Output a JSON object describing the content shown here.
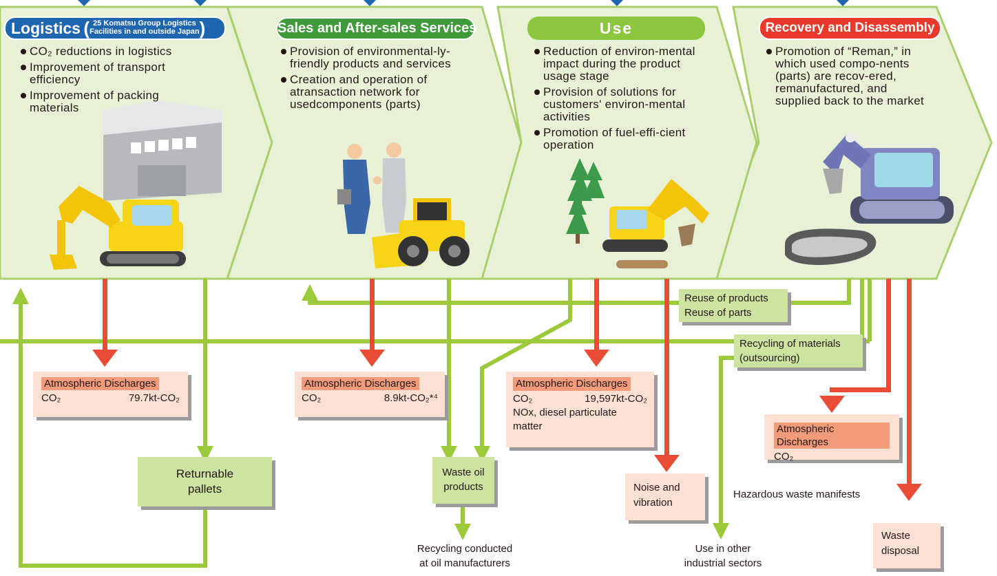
{
  "stages": {
    "logistics": {
      "title": "Logistics",
      "subtitle_line1": "25 Komatsu Group Logistics",
      "subtitle_line2": "Facilities in and outside Japan",
      "items": [
        "CO₂ reductions in logistics",
        "Improvement of transport efficiency",
        "Improvement of packing materials"
      ]
    },
    "sales": {
      "title": "Sales and After-sales Services",
      "items": [
        "Provision of environmental-ly-friendly products and services",
        "Creation and operation of atransaction network for usedcomponents (parts)"
      ]
    },
    "use": {
      "title": "Use",
      "items": [
        "Reduction of environ-mental impact during the product usage stage",
        "Provision of solutions for customers' environ-mental activities",
        "Promotion of fuel-effi-cient operation"
      ]
    },
    "recovery": {
      "title": "Recovery and Disassembly",
      "items": [
        "Promotion of “Reman,” in which used compo-nents (parts) are recov-ered, remanufactured, and supplied back to the market"
      ]
    }
  },
  "discharges": {
    "label": "Atmospheric Discharges",
    "logistics": {
      "gas": "CO₂",
      "value": "79.7kt-CO₂"
    },
    "sales": {
      "gas": "CO₂",
      "value": "8.9kt-CO₂*⁴"
    },
    "use": {
      "gas": "CO₂",
      "value": "19,597kt-CO₂",
      "extra1": "NOx, diesel particulate",
      "extra2": "matter"
    },
    "recovery": {
      "gas": "CO₂"
    }
  },
  "boxes": {
    "reuse_line1": "Reuse of products",
    "reuse_line2": "Reuse of parts",
    "recycling_line1": "Recycling of materials",
    "recycling_line2": "(outsourcing)",
    "pallets_line1": "Returnable",
    "pallets_line2": "pallets",
    "waste_oil_line1": "Waste oil",
    "waste_oil_line2": "products",
    "noise_line1": "Noise and",
    "noise_line2": "vibration",
    "waste_disposal_line1": "Waste",
    "waste_disposal_line2": "disposal"
  },
  "notes": {
    "oil_line1": "Recycling conducted",
    "oil_line2": "at oil manufacturers",
    "industrial_line1": "Use in other",
    "industrial_line2": "industrial sectors",
    "manifests": "Hazardous waste manifests"
  },
  "colors": {
    "panel": "#e8f1d6",
    "green_line": "#9cc93a",
    "red_line": "#e94b35",
    "logistics_pill": "#1f66b0",
    "sales_pill": "#3f9a3a",
    "use_pill": "#8cc63f",
    "recovery_pill": "#e8392b",
    "pink_box": "#fce0d3",
    "green_box": "#cde4a0"
  },
  "icons": [
    "warehouse-icon",
    "excavator-icon",
    "handshake-people-icon",
    "wheel-loader-icon",
    "trees-icon",
    "track-shoe-icon"
  ]
}
